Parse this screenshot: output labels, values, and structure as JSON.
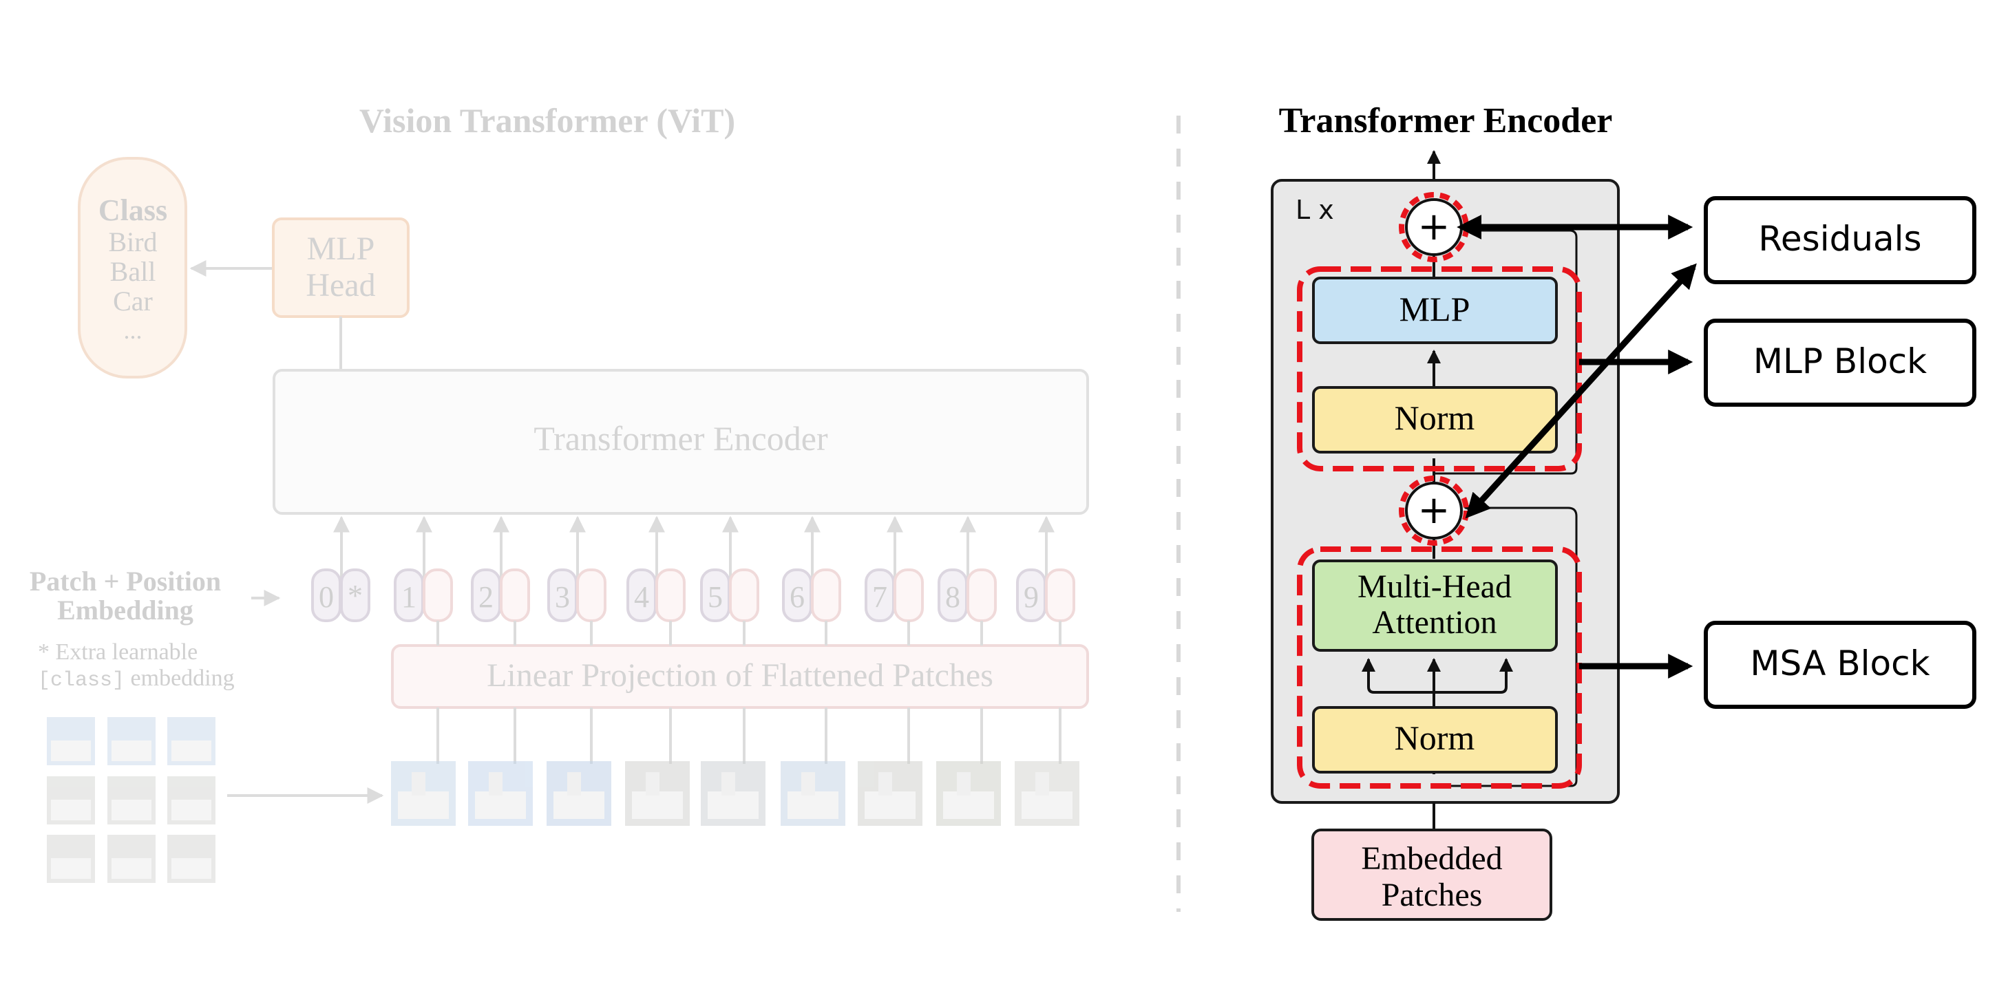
{
  "colors": {
    "faded_text": "#c8c8c8",
    "faded_stroke": "#dedede",
    "faded_class_fill": "#fdf4ec",
    "faded_class_stroke": "#f4dfcf",
    "faded_mlp_fill": "#fdf3ea",
    "faded_mlp_stroke": "#f5dcc8",
    "faded_proj_fill": "#fdf6f6",
    "faded_proj_stroke": "#f0dada",
    "faded_token_fill": "#f3f0f5",
    "faded_token_stroke": "#dcd6e0",
    "encoder_panel_fill": "#e8e8e8",
    "mlp_fill": "#c6e2f4",
    "norm_fill": "#fbe9a6",
    "msa_fill": "#c8e8b1",
    "embedded_fill": "#fbdde0",
    "highlight_red": "#e8141c",
    "ink": "#111111"
  },
  "vit": {
    "title": "Vision Transformer (ViT)",
    "class_box": {
      "heading": "Class",
      "items": [
        "Bird",
        "Ball",
        "Car",
        "..."
      ]
    },
    "mlp_head": [
      "MLP",
      "Head"
    ],
    "transformer_encoder_label": "Transformer Encoder",
    "patch_position_label": [
      "Patch + Position",
      "Embedding"
    ],
    "extra_note": {
      "line1": "* Extra learnable",
      "code": "[class]",
      "line2_rest": " embedding"
    },
    "tokens": [
      "0",
      "1",
      "2",
      "3",
      "4",
      "5",
      "6",
      "7",
      "8",
      "9"
    ],
    "class_token_mark": "*",
    "linear_projection_label": "Linear Projection of Flattened Patches"
  },
  "encoder": {
    "title": "Transformer Encoder",
    "repeat_label": "L x",
    "plus_symbol": "+",
    "mlp_label": "MLP",
    "norm_label": "Norm",
    "msa_label": [
      "Multi-Head",
      "Attention"
    ],
    "embedded_label": [
      "Embedded",
      "Patches"
    ]
  },
  "callouts": {
    "residuals": "Residuals",
    "mlp_block": "MLP Block",
    "msa_block": "MSA Block"
  }
}
